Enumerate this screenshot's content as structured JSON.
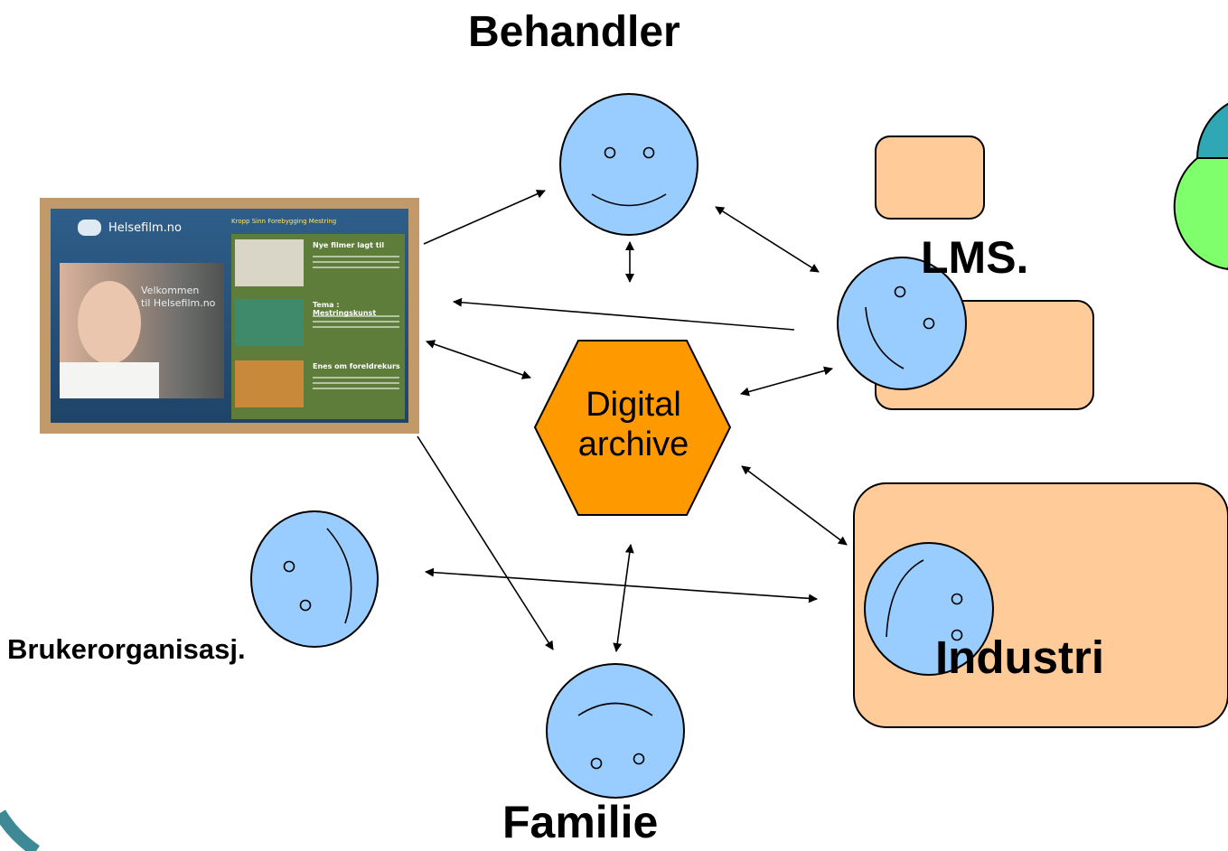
{
  "nodes": {
    "behandler": "Behandler",
    "lms": "LMS.",
    "industri": "Industri",
    "familie": "Familie",
    "brukerorganisasj": "Brukerorganisasj.",
    "archive_line1": "Digital",
    "archive_line2": "archive"
  },
  "website_screenshot": {
    "logo": "Helsefilm.no",
    "welcome_line1": "Velkommen",
    "welcome_line2": "til Helsefilm.no",
    "tabs": "Kropp  Sinn  Forebygging  Mestring",
    "heading1": "Nye filmer lagt til",
    "heading2": "Tema : Mestringskunst",
    "heading3": "Enes om foreldrekurs"
  },
  "colors": {
    "face_fill": "#99ccff",
    "box_fill": "#ffcc99",
    "archive_fill": "#ff9900",
    "globe_blue": "#2fa7b5",
    "globe_green": "#7fff6b"
  }
}
